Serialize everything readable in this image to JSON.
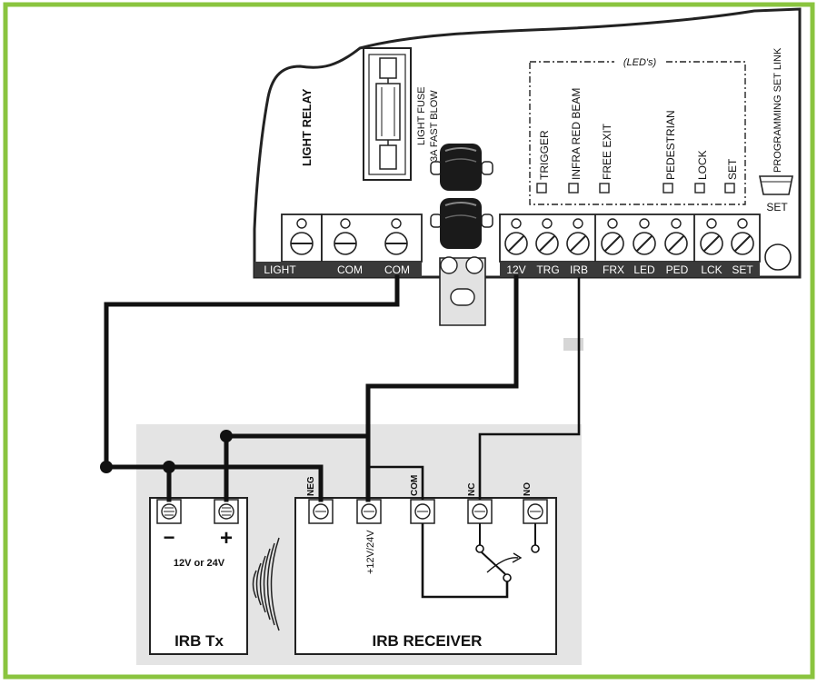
{
  "board": {
    "light_relay": "LIGHT   RELAY",
    "fuse_line1": "LIGHT FUSE",
    "fuse_line2": "3A  FAST  BLOW",
    "leds_title": "(LED's)",
    "led_labels": [
      "TRIGGER",
      "INFRA RED BEAM",
      "FREE EXIT",
      "PEDESTRIAN",
      "LOCK",
      "SET"
    ],
    "programming_label": "PROGRAMMING SET LINK",
    "set_label": "SET",
    "terminal_labels": [
      "LIGHT",
      "COM",
      "COM",
      "12V",
      "TRG",
      "IRB",
      "FRX",
      "LED",
      "PED",
      "LCK",
      "SET"
    ]
  },
  "transmitter": {
    "minus": "−",
    "plus": "+",
    "voltage": "12V or 24V",
    "title": "IRB Tx"
  },
  "receiver": {
    "terminal_labels": [
      "NEG",
      "+12V/24V",
      "COM",
      "NC",
      "NO"
    ],
    "title": "IRB RECEIVER"
  }
}
